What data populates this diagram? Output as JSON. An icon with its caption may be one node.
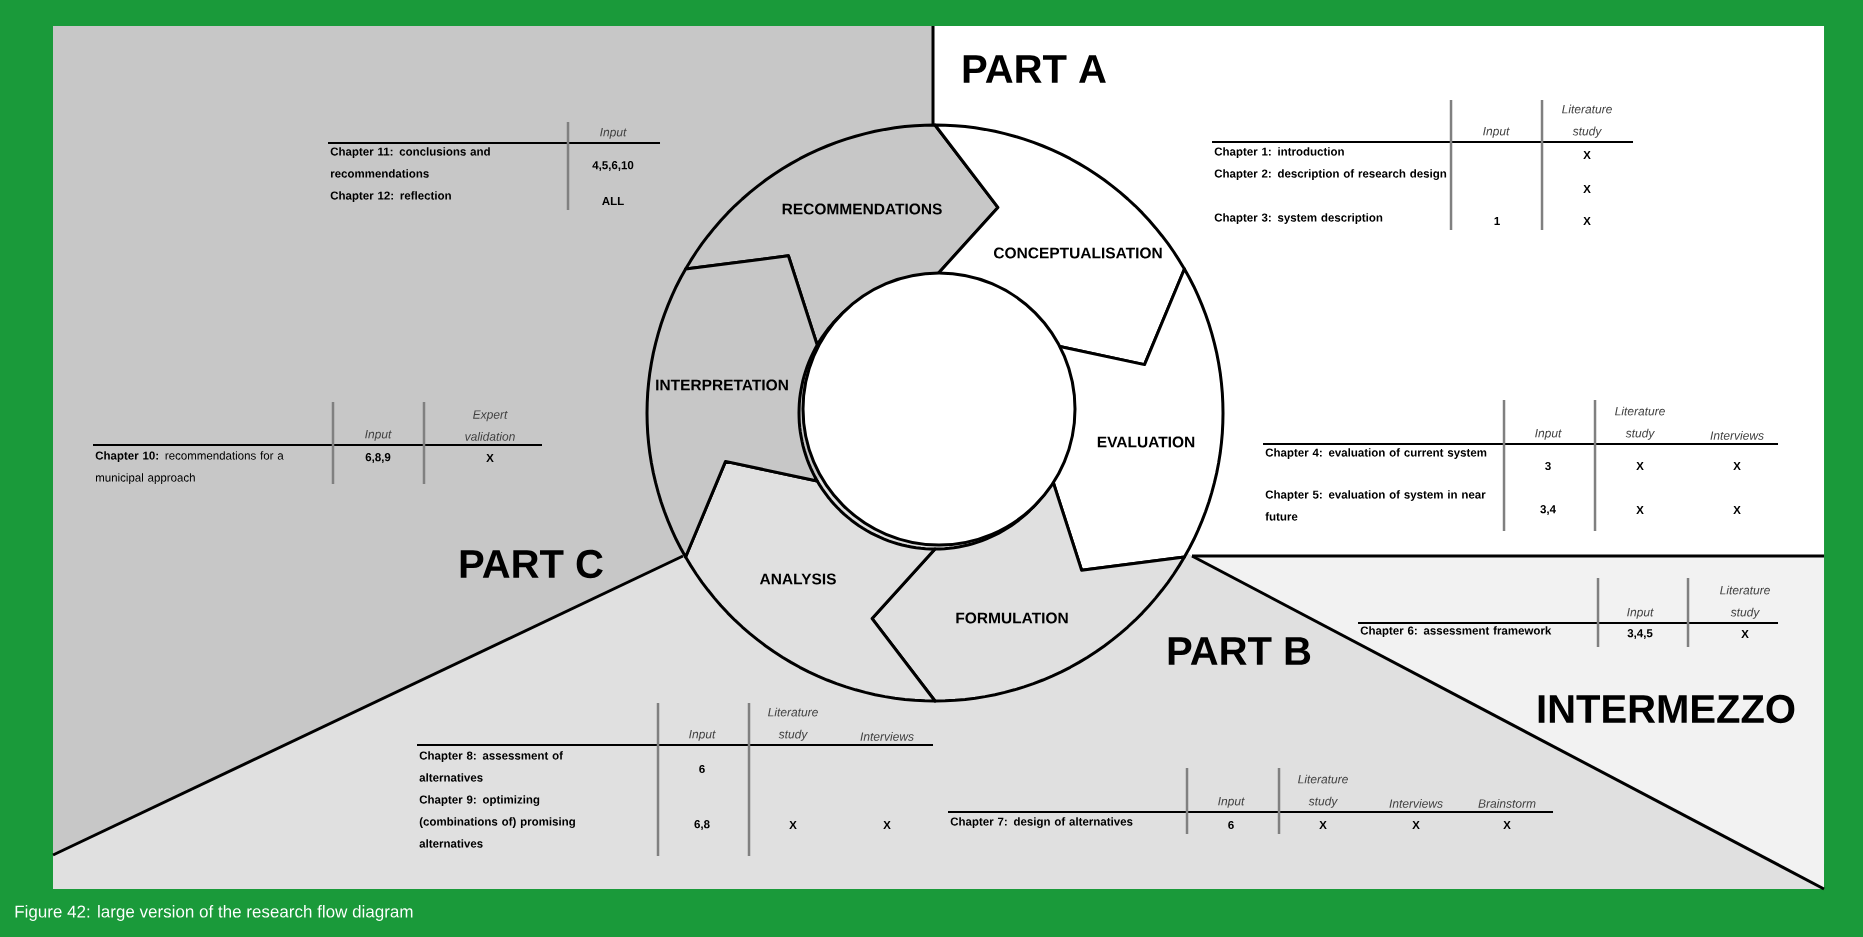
{
  "diagram": {
    "caption": "Figure 42: large version of the research flow diagram",
    "nodes": [
      {
        "text": [
          "RECOMMENDATIONS"
        ]
      },
      {
        "text": [
          "CONCEPTUALISATION"
        ]
      },
      {
        "text": [
          "EVALUATION"
        ]
      },
      {
        "text": [
          "FORMULATION"
        ]
      },
      {
        "text": [
          "ANALYSIS"
        ]
      },
      {
        "text": [
          "INTERPRETATION"
        ]
      },
      {
        "text": [],
        "shape": "circle"
      }
    ],
    "labels": [
      "PART A",
      "Input",
      "Chapter 11: conclusions and recommendations",
      "4,5,6,10",
      "Chapter 12: reflection",
      "ALL",
      "Input",
      "Literature study",
      "Chapter 1: introduction",
      "X",
      "Chapter 2: description of research design",
      "X",
      "Chapter 3: system description",
      "1",
      "X",
      "Input",
      "Expert validation",
      "**Chapter 10:** recommendations for a municipal approach",
      "6,8,9",
      "X",
      "Input",
      "Literature study",
      "Interviews",
      "Chapter 4: evaluation of current system",
      "3",
      "X",
      "X",
      "Chapter 5: evaluation of system in near future",
      "3,4",
      "X",
      "X",
      "PART C",
      "Input",
      "Literature study",
      "Chapter 6: assessment framework",
      "3,4,5",
      "X",
      "PART B",
      "INTERMEZZO",
      "Input",
      "Literature study",
      "Interviews",
      "Chapter 8: assessment of alternatives",
      "6",
      "Chapter 9: optimizing (combinations of) promising alternatives",
      "6,8",
      "X",
      "X",
      "Input",
      "Literature study",
      "Interviews",
      "Brainstorm",
      "Chapter 7: design of alternatives",
      "6",
      "X",
      "X",
      "X"
    ]
  }
}
